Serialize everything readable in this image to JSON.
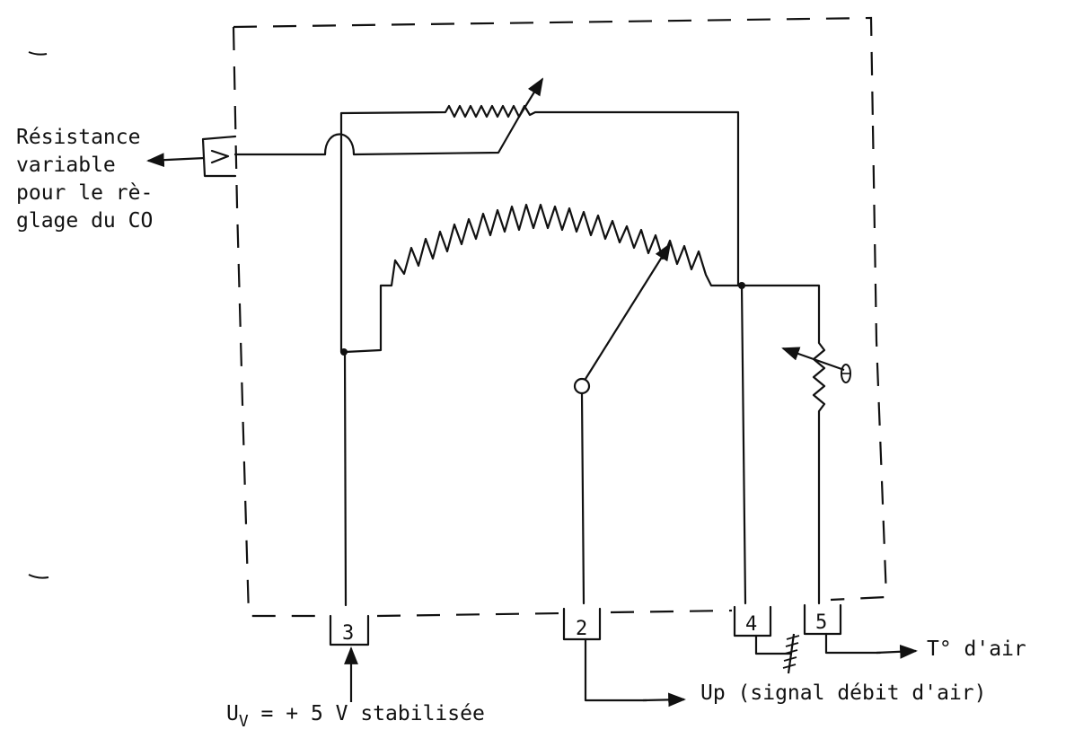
{
  "labels": {
    "co_adjust": [
      "Résistance",
      "variable",
      "pour le rè-",
      "glage du CO"
    ],
    "supply_prefix": "U",
    "supply_sub": "V",
    "supply_rest": " = + 5 V stabilisée",
    "airflow_signal": "Up (signal débit d'air)",
    "air_temp": "T° d'air"
  },
  "pins": {
    "p3": "3",
    "p2": "2",
    "p4": "4",
    "p5": "5"
  },
  "colors": {
    "ink": "#111111",
    "background": "#ffffff"
  }
}
